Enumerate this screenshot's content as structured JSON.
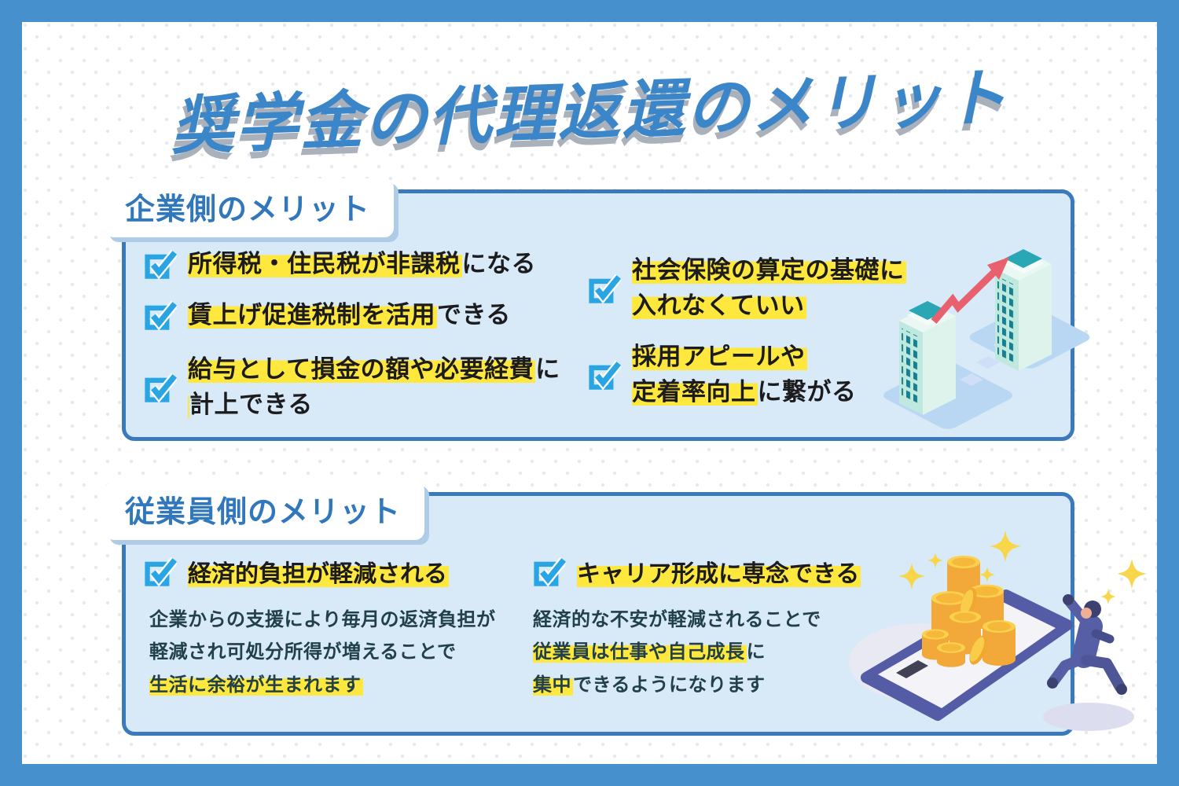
{
  "title": "奨学金の代理返還のメリット",
  "sections": [
    {
      "label": "企業側のメリット",
      "items": [
        {
          "lines": [
            {
              "hl": "所得税・住民税が非課税",
              "rest": "になる"
            }
          ]
        },
        {
          "lines": [
            {
              "hl": "賃上げ促進税制を活用",
              "rest": "できる"
            }
          ]
        },
        {
          "lines": [
            {
              "hl": "給与として損金の額や必要経費",
              "rest": "に"
            },
            {
              "rest": "計上できる"
            }
          ]
        },
        {
          "lines": [
            {
              "hl": "社会保険の算定の基礎に"
            },
            {
              "hl": "入れなくていい"
            }
          ]
        },
        {
          "lines": [
            {
              "hl": "採用アピールや"
            },
            {
              "hl": "定着率向上",
              "rest": "に繋がる"
            }
          ]
        }
      ]
    },
    {
      "label": "従業員側のメリット",
      "items": [
        {
          "title": "経済的負担が軽減される",
          "desc": [
            {
              "rest": "企業からの支援により毎月の返済負担が"
            },
            {
              "rest": "軽減され可処分所得が増えることで"
            },
            {
              "hl": "生活に余裕が生まれます"
            }
          ]
        },
        {
          "title": "キャリア形成に専念できる",
          "desc": [
            {
              "rest": "経済的な不安が軽減されることで"
            },
            {
              "hl": "従業員は仕事や自己成長",
              "rest": "に"
            },
            {
              "hl": "集中",
              "rest": "できるようになります"
            }
          ]
        }
      ]
    }
  ],
  "colors": {
    "frame_blue": "#4590cd",
    "panel_border_blue": "#3a7abc",
    "panel_bg_blue": "#d8e9f8",
    "heading_blue": "#3077bb",
    "title_blue": "#3b86c9",
    "highlight_yellow": "#ffe83d",
    "checkbox_blue": "#2aa5e4",
    "arrow_red": "#e8616e",
    "coin_gold": "#f5b83a",
    "illustration_purple": "#545ca6"
  },
  "icons": [
    "checkbox-check-icon",
    "buildings-growth-illustration",
    "growth-arrow-icon",
    "coins-smartphone-illustration",
    "running-person-illustration",
    "sparkle-icon"
  ]
}
